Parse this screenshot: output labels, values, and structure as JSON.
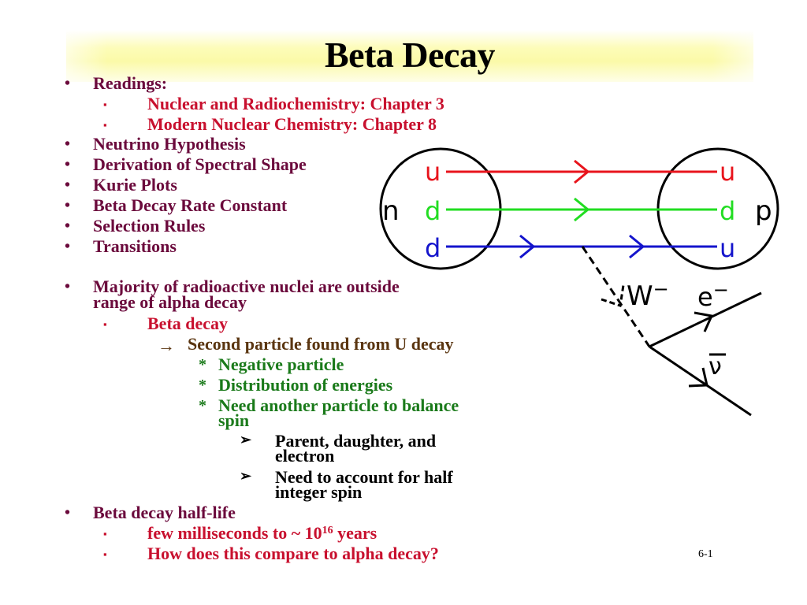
{
  "slide": {
    "title": "Beta Decay",
    "page_number": "6-1"
  },
  "outline": {
    "readings": {
      "label": "Readings:",
      "items": [
        "Nuclear and Radiochemistry:  Chapter 3",
        "Modern Nuclear Chemistry:  Chapter 8"
      ]
    },
    "topics": [
      "Neutrino Hypothesis",
      "Derivation of Spectral Shape",
      "Kurie Plots",
      "Beta Decay Rate Constant",
      "Selection Rules",
      "Transitions"
    ],
    "majority": {
      "line1": "Majority of radioactive nuclei are outside",
      "line2": "range of alpha decay",
      "sub": "Beta decay",
      "arrow_item": "Second particle found from U decay",
      "star_items": [
        "Negative particle",
        "Distribution of energies",
        "Need another particle to balance"
      ],
      "star_item3_line2": "spin",
      "chevron_items": [
        {
          "line1": "Parent, daughter, and",
          "line2": "electron"
        },
        {
          "line1": "Need to account for half",
          "line2": "integer spin"
        }
      ]
    },
    "halflife": {
      "label": "Beta decay half-life",
      "range_prefix": "few milliseconds to ~ 10",
      "range_exponent": "16",
      "range_suffix": " years",
      "question": "How does this compare to alpha decay?"
    }
  },
  "symbols": {
    "dot": "•",
    "square": "▪",
    "arrow": "→",
    "star": "*",
    "chevron": "➢"
  },
  "diagram": {
    "neutron_label": "n",
    "proton_label": "p",
    "quarks_in": [
      "u",
      "d",
      "d"
    ],
    "quarks_out": [
      "u",
      "d",
      "u"
    ],
    "boson_label": "W",
    "boson_charge": "−",
    "electron_label": "e",
    "electron_charge": "−",
    "antineutrino_label": "ν",
    "colors": {
      "quark1": "#e8141c",
      "quark2": "#22dd22",
      "quark3": "#1414cc",
      "lines": "#000000"
    }
  },
  "colors": {
    "level1": "#6b0a3c",
    "level2": "#c8102e",
    "level3": "#5a3510",
    "level4": "#1a7a1a",
    "title_band": "#fbfaa8"
  }
}
